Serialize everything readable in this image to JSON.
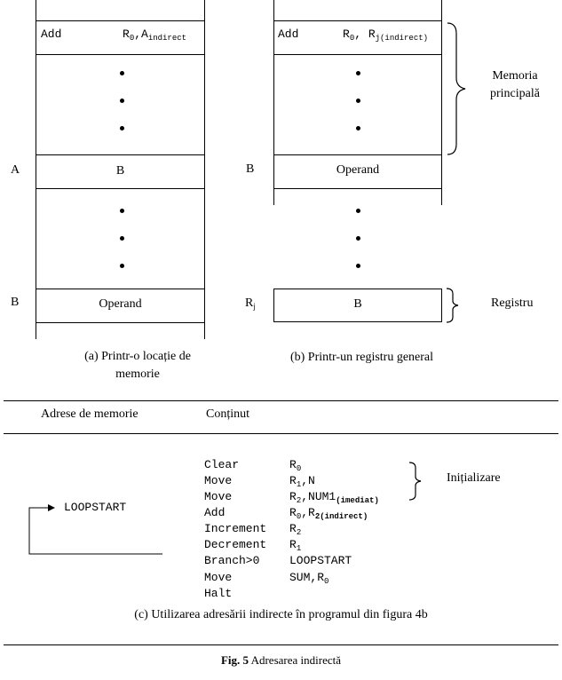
{
  "diagram_a": {
    "instr_op": "Add",
    "instr_operands_main": "R",
    "instr_operands_sub0": "0",
    "instr_operands_rest": ",A",
    "instr_operands_sub1": "indirect",
    "label_A": "A",
    "cell_A": "B",
    "label_B": "B",
    "cell_B": "Operand",
    "caption_line1": "(a) Printr-o locație de",
    "caption_line2": "memorie"
  },
  "diagram_b": {
    "instr_op": "Add",
    "instr_operands_main": "R",
    "instr_operands_sub0": "0",
    "instr_operands_rest": ", R",
    "instr_operands_sub1": "j(indirect)",
    "label_B": "B",
    "cell_operand": "Operand",
    "label_Rj_main": "R",
    "label_Rj_sub": "j",
    "cell_register": "B",
    "brace_memory_line1": "Memoria",
    "brace_memory_line2": "principală",
    "brace_register": "Registru",
    "caption": "(b) Printr-un registru general"
  },
  "table": {
    "col1_header": "Adrese de memorie",
    "col2_header": "Conținut",
    "loop_label": "LOOPSTART",
    "init_label": "Inițializare",
    "rows": [
      {
        "op": "Clear",
        "arg": "R",
        "sub": "0",
        "rest": "",
        "sub2": ""
      },
      {
        "op": "Move",
        "arg": "R",
        "sub": "1",
        "rest": ",N",
        "sub2": ""
      },
      {
        "op": "Move",
        "arg": "R",
        "sub": "2",
        "rest": ",NUM1",
        "sub2": "(imediat)"
      },
      {
        "op": "Add",
        "arg": "R",
        "sub": "0",
        "rest": ",R",
        "sub2": "2(indirect)"
      },
      {
        "op": "Increment",
        "arg": "R",
        "sub": "2",
        "rest": "",
        "sub2": ""
      },
      {
        "op": "Decrement",
        "arg": "R",
        "sub": "1",
        "rest": "",
        "sub2": ""
      },
      {
        "op": "Branch>0",
        "arg": "LOOPSTART",
        "sub": "",
        "rest": "",
        "sub2": ""
      },
      {
        "op": "Move",
        "arg": "SUM,R",
        "sub": "0",
        "rest": "",
        "sub2": ""
      },
      {
        "op": "Halt",
        "arg": "",
        "sub": "",
        "rest": "",
        "sub2": ""
      }
    ],
    "caption": "(c) Utilizarea adresării indirecte în programul din figura 4b"
  },
  "figure": {
    "label": "Fig. 5",
    "title": "Adresarea indirectă"
  }
}
